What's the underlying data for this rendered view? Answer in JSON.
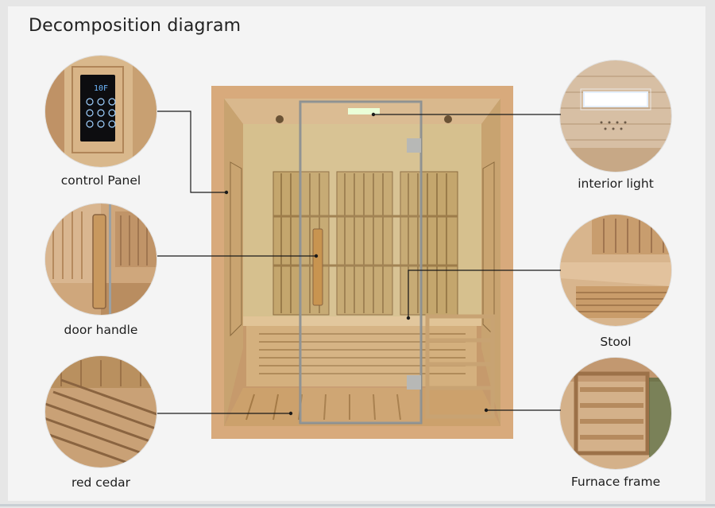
{
  "title": "Decomposition diagram",
  "parts": {
    "control_panel": {
      "label": "control Panel",
      "display": "10F"
    },
    "interior_light": {
      "label": "interior light"
    },
    "door_handle": {
      "label": "door handle"
    },
    "stool": {
      "label": "Stool"
    },
    "red_cedar": {
      "label": "red cedar"
    },
    "furnace_frame": {
      "label": "Furnace frame"
    }
  },
  "colors": {
    "cedar_light": "#e6c9a0",
    "cedar_mid": "#c99e6c",
    "cedar_dark": "#8a6440",
    "leader_line": "#1a1a1a",
    "background": "#f4f4f4"
  }
}
